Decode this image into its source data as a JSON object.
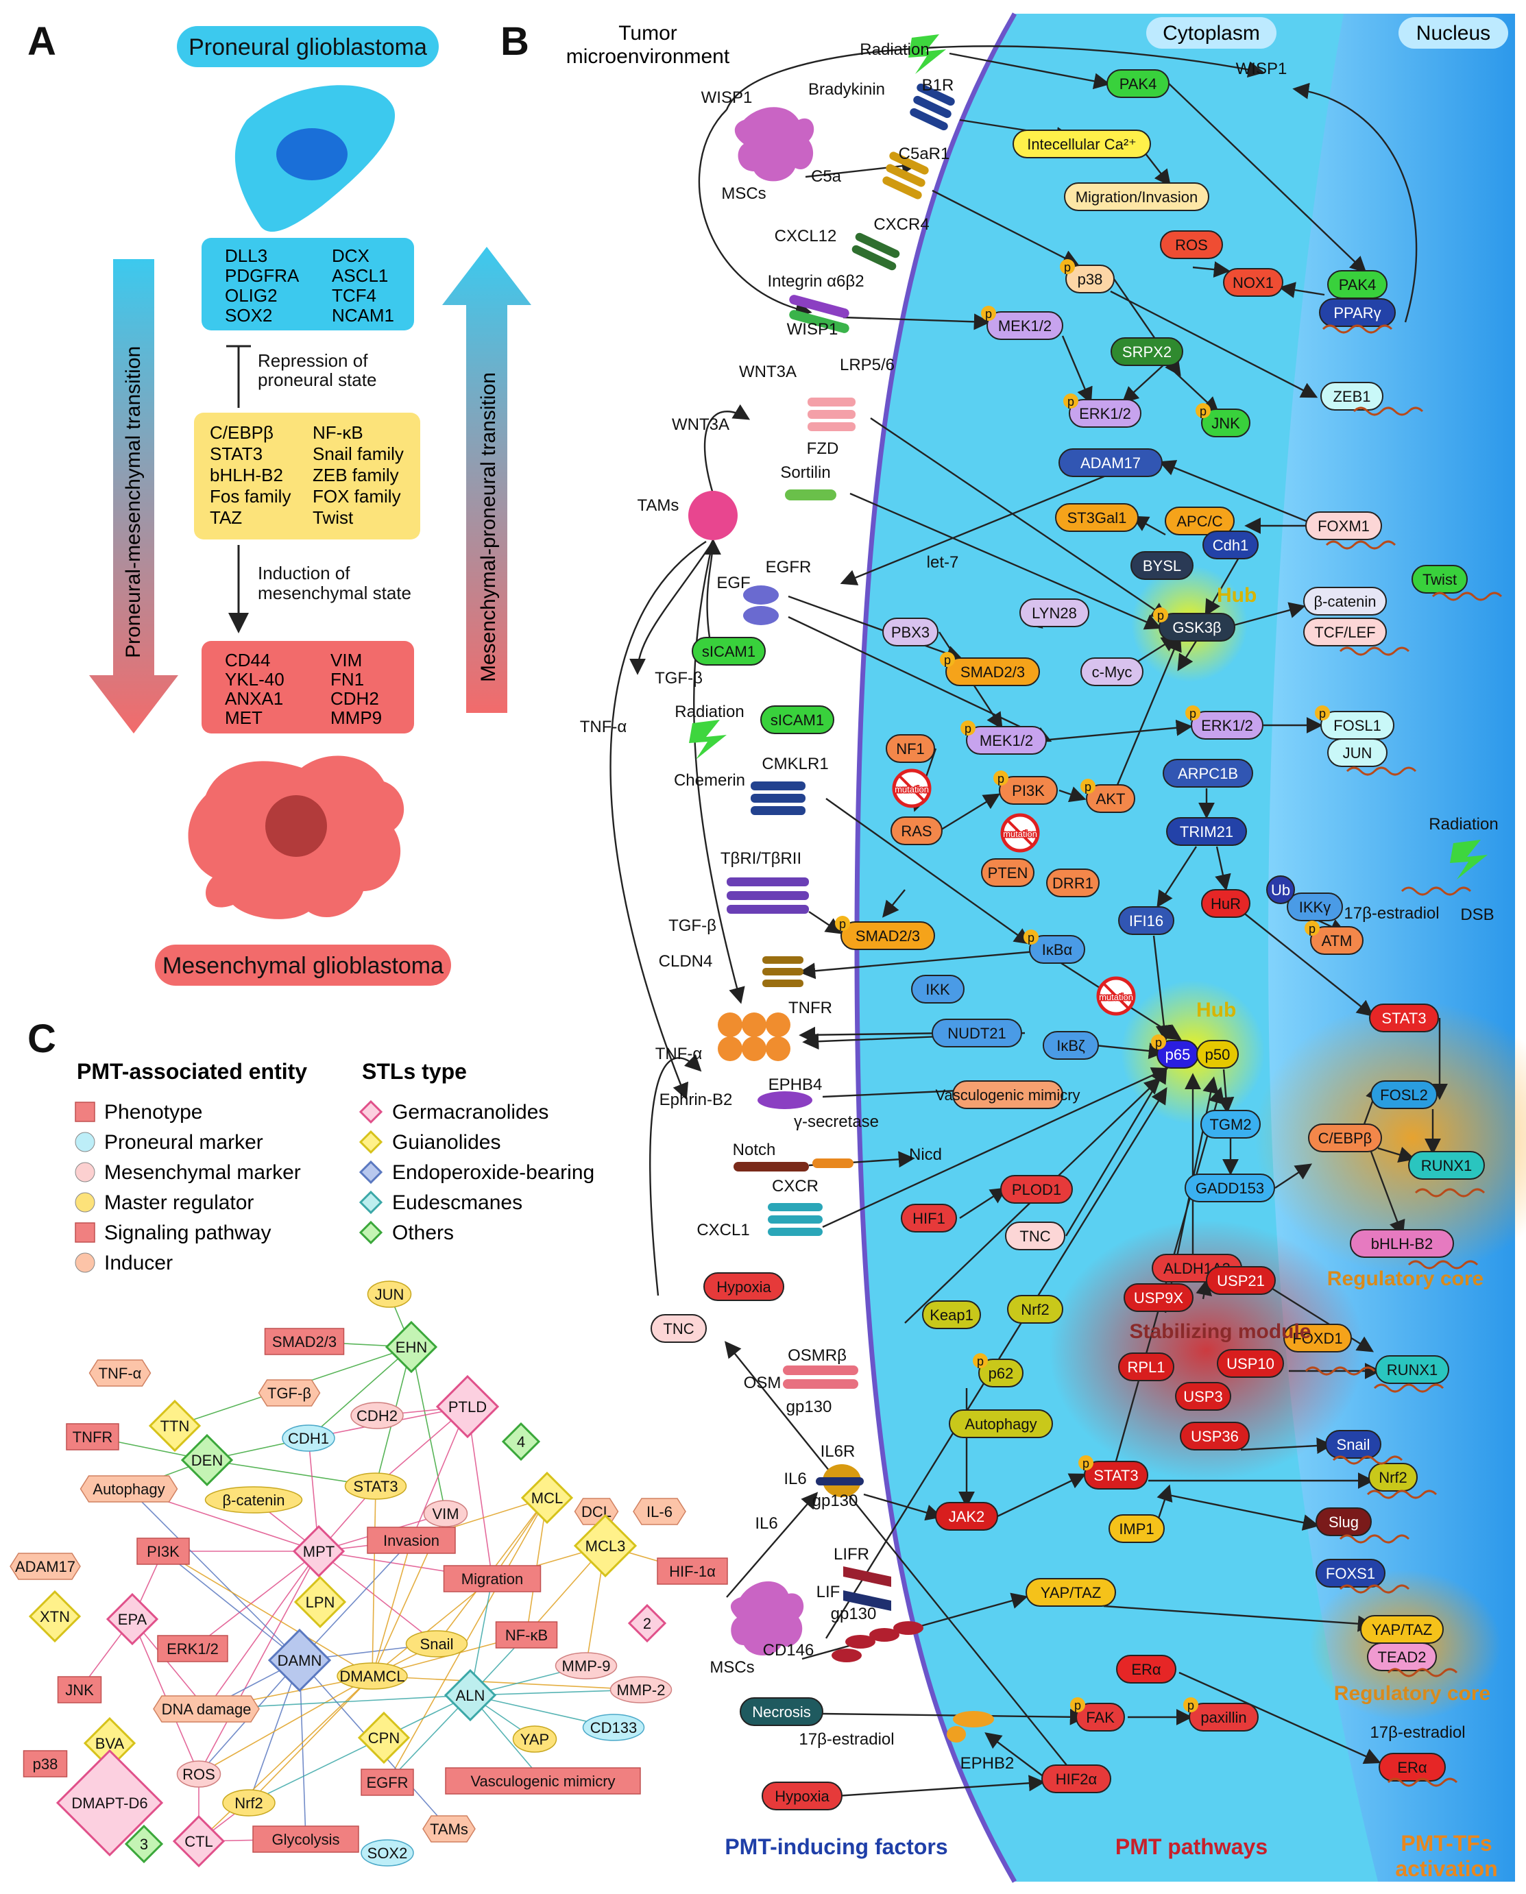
{
  "panel_a": {
    "letter": "A",
    "title_top": "Proneural glioblastoma",
    "title_bottom": "Mesenchymal glioblastoma",
    "arrow_left": "Proneural-mesenchymal transition",
    "arrow_right": "Mesenchymal-proneural transition",
    "repression": [
      "Repression of",
      "proneural state"
    ],
    "induction": [
      "Induction of",
      "mesenchymal state"
    ],
    "proneural_markers": [
      "DLL3",
      "PDGFRA",
      "OLIG2",
      "SOX2",
      "DCX",
      "ASCL1",
      "TCF4",
      "NCAM1"
    ],
    "regulators": [
      "C/EBPβ",
      "STAT3",
      "bHLH-B2",
      "Fos family",
      "TAZ",
      "NF-κB",
      "Snail family",
      "ZEB family",
      "FOX family",
      "Twist"
    ],
    "mesenchymal_markers": [
      "CD44",
      "YKL-40",
      "ANXA1",
      "MET",
      "VIM",
      "FN1",
      "CDH2",
      "MMP9"
    ],
    "colors": {
      "proneural": "#3cc9ee",
      "regulator": "#fce37a",
      "mesenchymal": "#f26b6b"
    }
  },
  "panel_b": {
    "letter": "B",
    "region_labels": {
      "tme": [
        "Tumor",
        "microenvironment"
      ],
      "cytoplasm": "Cytoplasm",
      "nucleus": "Nucleus"
    },
    "hub_label": "Hub",
    "regulatory_core": "Regulatory core",
    "stabilizing_module": "Stabilizing module",
    "footer": {
      "left": "PMT-inducing factors",
      "middle": "PMT pathways",
      "right1": "PMT-TFs",
      "right2": "activation"
    },
    "labels": [
      "Radiation",
      "WISP1",
      "Bradykinin",
      "B1R",
      "MSCs",
      "C5a",
      "C5aR1",
      "CXCL12",
      "CXCR4",
      "Integrin α6β2",
      "WISP1",
      "WNT3A",
      "LRP5/6",
      "WNT3A",
      "FZD",
      "Sortilin",
      "TAMs",
      "EGF",
      "EGFR",
      "TGF-β",
      "TNF-α",
      "Radiation",
      "Chemerin",
      "CMKLR1",
      "TβRI/TβRII",
      "TGF-β",
      "CLDN4",
      "TNFR",
      "TNF-α",
      "Ephrin-B2",
      "EPHB4",
      "γ-secretase",
      "Notch",
      "Nicd",
      "CXCR",
      "CXCL1",
      "let-7",
      "OSMRβ",
      "OSM",
      "gp130",
      "IL6R",
      "IL6",
      "gp130",
      "IL6",
      "LIFR",
      "LIF",
      "gp130",
      "CD146",
      "MSCs",
      "17β-estradiol",
      "17β-estradiol",
      "EPHB2",
      "17β-estradiol",
      "Radiation",
      "DSB",
      "WISP1"
    ],
    "nodes": [
      "PAK4",
      "Intecellular Ca²⁺",
      "Migration/Invasion",
      "ROS",
      "NOX1",
      "PAK4",
      "PPARγ",
      "p38",
      "MEK1/2",
      "SRPX2",
      "ZEB1",
      "ERK1/2",
      "JNK",
      "ADAM17",
      "ST3Gal1",
      "APC/C",
      "Cdh1",
      "FOXM1",
      "BYSL",
      "GSK3β",
      "β-catenin",
      "TCF/LEF",
      "Twist",
      "LYN28",
      "PBX3",
      "SMAD2/3",
      "c-Myc",
      "sICAM1",
      "sICAM1",
      "MEK1/2",
      "ERK1/2",
      "FOSL1",
      "JUN",
      "NF1",
      "PI3K",
      "AKT",
      "ARPC1B",
      "RAS",
      "PTEN",
      "DRR1",
      "TRIM21",
      "IFI16",
      "HuR",
      "IKKγ",
      "Ub",
      "ATM",
      "SMAD2/3",
      "IκBα",
      "IKK",
      "NUDT21",
      "IκBζ",
      "p65",
      "p50",
      "STAT3",
      "FOSL2",
      "Vasculogenic mimicry",
      "TGM2",
      "C/EBPβ",
      "RUNX1",
      "GADD153",
      "HIF1",
      "PLOD1",
      "TNC",
      "ALDH1A3",
      "bHLH-B2",
      "Hypoxia",
      "TNC",
      "USP9X",
      "USP21",
      "Keap1",
      "Nrf2",
      "p62",
      "FOXD1",
      "RPL1",
      "USP10",
      "USP3",
      "RUNX1",
      "Autophagy",
      "USP36",
      "Snail",
      "JAK2",
      "STAT3",
      "Nrf2",
      "Slug",
      "IMP1",
      "FOXS1",
      "YAP/TAZ",
      "YAP/TAZ",
      "TEAD2",
      "ERα",
      "Necrosis",
      "FAK",
      "paxillin",
      "ERα",
      "HIF2α",
      "Hypoxia"
    ],
    "mutation": "mutation",
    "p_mark": "p"
  },
  "panel_c": {
    "letter": "C",
    "legend_entity_title": "PMT-associated entity",
    "legend_stl_title": "STLs type",
    "entities": [
      "Phenotype",
      "Proneural marker",
      "Mesenchymal marker",
      "Master regulator",
      "Signaling pathway",
      "Inducer"
    ],
    "stl_types": [
      "Germacranolides",
      "Guianolides",
      "Endoperoxide-bearing",
      "Eudescmanes",
      "Others"
    ],
    "nodes": [
      "JUN",
      "SMAD2/3",
      "EHN",
      "TNF-α",
      "TGF-β",
      "CDH2",
      "PTLD",
      "TTN",
      "4",
      "TNFR",
      "CDH1",
      "DEN",
      "STAT3",
      "VIM",
      "MCL",
      "DCL",
      "IL-6",
      "Autophagy",
      "β-catenin",
      "Invasion",
      "ADAM17",
      "PI3K",
      "MPT",
      "MCL3",
      "HIF-1α",
      "Migration",
      "LPN",
      "XTN",
      "EPA",
      "2",
      "Snail",
      "NF-κB",
      "ERK1/2",
      "DAMN",
      "DMAMCL",
      "ALN",
      "MMP-9",
      "MMP-2",
      "JNK",
      "DNA damage",
      "CD133",
      "BVA",
      "CPN",
      "YAP",
      "p38",
      "ROS",
      "EGFR",
      "Vasculogenic mimicry",
      "DMAPT-D6",
      "Nrf2",
      "TAMs",
      "3",
      "CTL",
      "Glycolysis",
      "SOX2"
    ]
  }
}
